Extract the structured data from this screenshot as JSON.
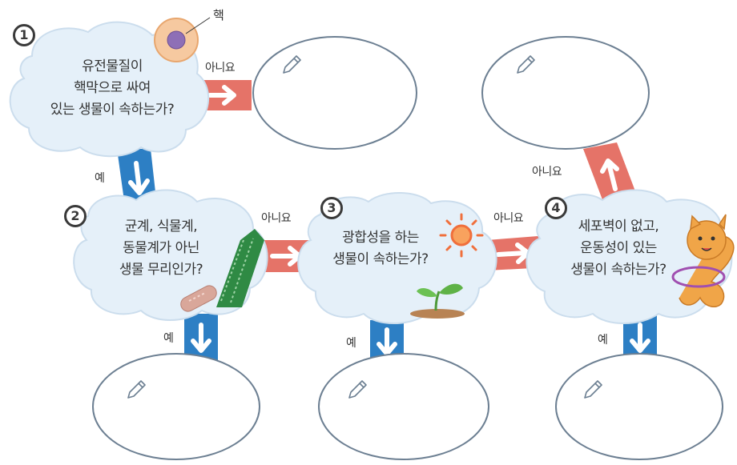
{
  "nucleus_label": "핵",
  "questions": [
    {
      "number": "1",
      "lines": [
        "유전물질이",
        "핵막으로 싸여",
        "있는 생물이 속하는가?"
      ]
    },
    {
      "number": "2",
      "lines": [
        "균계, 식물계,",
        "동물계가 아닌",
        "생물 무리인가?"
      ]
    },
    {
      "number": "3",
      "lines": [
        "광합성을 하는",
        "생물이 속하는가?"
      ]
    },
    {
      "number": "4",
      "lines": [
        "세포벽이 없고,",
        "운동성이 있는",
        "생물이 속하는가?"
      ]
    }
  ],
  "branch_labels": {
    "q1_no": "아니요",
    "q1_yes": "예",
    "q2_no": "아니요",
    "q2_yes": "예",
    "q3_no": "아니요",
    "q3_yes": "예",
    "q4_no": "아니요",
    "q4_yes": "예"
  },
  "answer_boxes": [
    "pencil-icon",
    "pencil-icon",
    "pencil-icon",
    "pencil-icon",
    "pencil-icon"
  ],
  "colors": {
    "cloud_fill": "#e5f0f9",
    "cloud_stroke": "#c9dcec",
    "yes_arrow": "#2d7fc4",
    "no_arrow": "#e57368",
    "answer_stroke": "#6c7f92"
  }
}
